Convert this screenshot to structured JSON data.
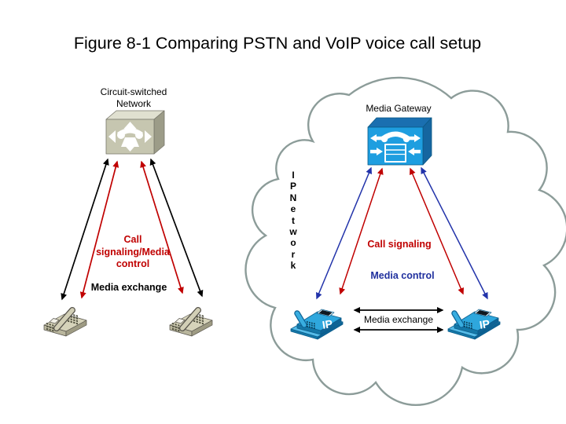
{
  "title": "Figure 8-1 Comparing PSTN and VoIP voice call setup",
  "pstn": {
    "network_label_lines": [
      "Circuit-switched",
      "Network"
    ],
    "signaling_label_lines": [
      "Call",
      "signaling/Media",
      "control"
    ],
    "media_exchange_label": "Media exchange"
  },
  "voip": {
    "gateway_label": "Media Gateway",
    "network_letters": [
      "I",
      "P",
      "N",
      "e",
      "t",
      "w",
      "o",
      "r",
      "k"
    ],
    "call_signaling_label": "Call signaling",
    "media_control_label": "Media control",
    "media_exchange_label": "Media exchange",
    "ip_phone_label": "IP"
  },
  "icons": {
    "pstn_switch": "pbx-switch-icon",
    "media_gateway": "media-gateway-icon",
    "analog_phone": "analog-phone-icon",
    "ip_phone": "ip-phone-icon",
    "cloud": "ip-network-cloud"
  },
  "colors": {
    "title_text": "#000000",
    "red_accent": "#C00000",
    "blue_arrow": "#2233AA",
    "blue_text": "#20309E",
    "cloud_outline": "#8C9C99",
    "pstn_icon_front": "#C6C6B0",
    "pstn_icon_top": "#E0E0D0",
    "pstn_icon_side": "#9C9C88",
    "gateway_front": "#1E9EE0",
    "gateway_top": "#1A6FB0",
    "ip_phone_fill": "#2EA7DD",
    "analog_phone_fill": "#D6D3BA"
  }
}
